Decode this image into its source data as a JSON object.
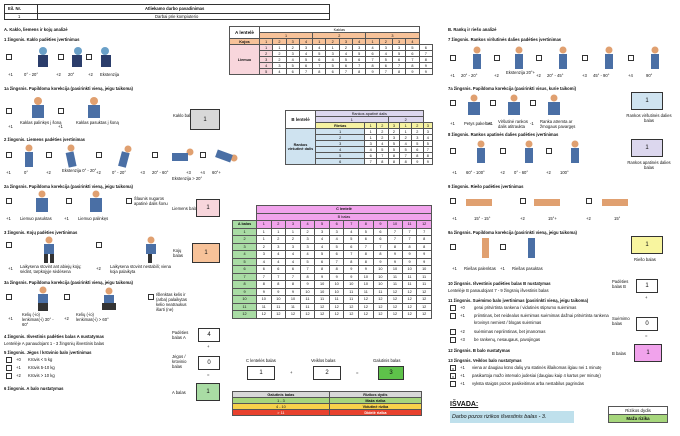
{
  "header": {
    "col1": "Eil. Nr.",
    "col2": "Atliekamo darbo pavadinimas",
    "num": "1",
    "task": "Darbai prie kompiuterio"
  },
  "sectionA": {
    "title": "A. Kaklo, liemens ir kojų analizė",
    "step1": "1 žingsnis. Kaklo padėties įvertinimas",
    "neck_angles": [
      "0° - 20°",
      "20°",
      "Ekstenzija"
    ],
    "neck_scores": [
      "+1",
      "+2",
      "+2"
    ],
    "step1a": "1a žingsnis. Papildoma korekcija (pasirinkti vieną, jeigu taikoma)",
    "neck_adj": [
      "Kaklas palinkęs į šoną",
      "Kaklas pasuktas į šoną"
    ],
    "neck_adj_scores": [
      "+1",
      "+1"
    ],
    "neck_score_label": "Kaklo balas",
    "neck_score": "1",
    "step2": "2 žingsnis. Liemens padėties įvertinimas",
    "trunk_angles": [
      "0°",
      "Ekstenzija 0° - 20°",
      "0° - 20°",
      "20° - 60°",
      "Ekstenzija > 20°",
      "60°+"
    ],
    "trunk_scores": [
      "+1",
      "+2",
      "+2",
      "+3",
      "+3",
      "+4"
    ],
    "step2a": "2a žingsnis. Papildoma korekcija (pasirinkti vieną, jeigu taikoma)",
    "trunk_adj": [
      "Liemuo pasuktas",
      "Liemuo palinkęs",
      "Šlaunis nugaros apatinė dalis šonu"
    ],
    "trunk_adj_scores": [
      "+1",
      "+1"
    ],
    "trunk_score_label": "Liemens balas",
    "trunk_score": "1",
    "step3": "3 žingsnis. Kojų padėties įvertinimas",
    "legs": [
      "Laikysena stovint ant abiejų kojų; sėdint, tarpkojyje sėdėsena",
      "Laikysena stovint nestabili; viena koja palaikyta"
    ],
    "legs_scores": [
      "+1",
      "+2"
    ],
    "legs_score_label": "Kojų balas",
    "legs_score": "1",
    "step3a": "3a žingsnis. Papildoma korekcija (pasirinkti vieną, jeigu taikoma)",
    "legs_adj": [
      "Kelių (-io) lenkimas(-i) 30° - 60°",
      "Kelių (-io) lenkimas(-i) > 60°",
      "Išlenktas kelis ir (arba) palaikytas kelio neatraukus išarti (ne)"
    ],
    "legs_adj_scores": [
      "+1",
      "+2"
    ],
    "step4": "4 žingsnis. Išvestinis padėties balas A nustatymas",
    "step4_note": "Lentelėje A panaudojant 1 - 3 žingsnių išvestinis balas",
    "postureA_label": "Padėties balas A",
    "postureA": "4",
    "step5": "5 žingsnis. Jėgos / krūvinio balo įvertinimas",
    "force": [
      "Krūvis < 5 kg",
      "Krūvis 5-10 kg",
      "Krūvis > 10 kg"
    ],
    "force_scores": [
      "+0",
      "+1",
      "+2"
    ],
    "force_label": "Jėgos / krūvinio balas",
    "force_score": "0",
    "step6": "6 žingsnis. A balo nustatymas",
    "scoreA_label": "A balas",
    "scoreA": "1"
  },
  "tableA": {
    "title": "A lentelė",
    "neck_header": "Kaklas",
    "legs_header": "Kojos",
    "trunk_header": "Liemuo",
    "neck_cols": [
      "1",
      "2",
      "3"
    ],
    "legs_cols": [
      "1",
      "2",
      "3",
      "4",
      "1",
      "2",
      "3",
      "4",
      "1",
      "2",
      "3",
      "4"
    ],
    "rows": [
      [
        "1",
        "1",
        "2",
        "3",
        "4",
        "1",
        "2",
        "3",
        "4",
        "3",
        "3",
        "5",
        "6"
      ],
      [
        "2",
        "2",
        "3",
        "4",
        "5",
        "3",
        "4",
        "5",
        "6",
        "4",
        "5",
        "6",
        "7"
      ],
      [
        "3",
        "2",
        "4",
        "5",
        "6",
        "4",
        "5",
        "6",
        "7",
        "5",
        "6",
        "7",
        "8"
      ],
      [
        "4",
        "3",
        "5",
        "6",
        "7",
        "5",
        "6",
        "7",
        "8",
        "6",
        "7",
        "8",
        "9"
      ],
      [
        "5",
        "4",
        "6",
        "7",
        "8",
        "6",
        "7",
        "8",
        "9",
        "7",
        "8",
        "9",
        "9"
      ]
    ]
  },
  "tableB": {
    "title": "B lentelė",
    "lowerarm_header": "Rankos apatinė dalis",
    "wrist_header": "Riešas",
    "upperarm_header": "Rankos viršutinė dalis",
    "lowerarm_cols": [
      "1",
      "2"
    ],
    "wrist_cols": [
      "1",
      "2",
      "3",
      "1",
      "2",
      "3"
    ],
    "rows": [
      [
        "1",
        "1",
        "2",
        "2",
        "1",
        "2",
        "3"
      ],
      [
        "2",
        "1",
        "2",
        "3",
        "2",
        "3",
        "4"
      ],
      [
        "3",
        "3",
        "4",
        "5",
        "4",
        "5",
        "5"
      ],
      [
        "4",
        "4",
        "5",
        "5",
        "5",
        "6",
        "7"
      ],
      [
        "5",
        "6",
        "7",
        "8",
        "7",
        "8",
        "8"
      ],
      [
        "6",
        "7",
        "8",
        "8",
        "8",
        "9",
        "9"
      ]
    ]
  },
  "tableC": {
    "title": "C lentelė",
    "scoreB_header": "B balas",
    "scoreA_header": "A balas",
    "cols": [
      "1",
      "2",
      "3",
      "4",
      "5",
      "6",
      "7",
      "8",
      "9",
      "10",
      "11",
      "12"
    ],
    "rows": [
      [
        "1",
        "1",
        "1",
        "1",
        "2",
        "3",
        "3",
        "4",
        "5",
        "6",
        "7",
        "7",
        "7"
      ],
      [
        "2",
        "1",
        "2",
        "2",
        "3",
        "4",
        "4",
        "5",
        "6",
        "6",
        "7",
        "7",
        "8"
      ],
      [
        "3",
        "2",
        "3",
        "3",
        "3",
        "4",
        "5",
        "6",
        "7",
        "7",
        "8",
        "8",
        "8"
      ],
      [
        "4",
        "3",
        "4",
        "4",
        "4",
        "5",
        "6",
        "7",
        "8",
        "8",
        "9",
        "9",
        "9"
      ],
      [
        "5",
        "4",
        "4",
        "4",
        "5",
        "6",
        "7",
        "8",
        "8",
        "9",
        "9",
        "9",
        "9"
      ],
      [
        "6",
        "6",
        "6",
        "6",
        "7",
        "8",
        "8",
        "9",
        "9",
        "10",
        "10",
        "10",
        "10"
      ],
      [
        "7",
        "7",
        "7",
        "7",
        "8",
        "9",
        "9",
        "9",
        "10",
        "10",
        "11",
        "11",
        "11"
      ],
      [
        "8",
        "8",
        "8",
        "8",
        "9",
        "10",
        "10",
        "10",
        "10",
        "10",
        "11",
        "11",
        "11"
      ],
      [
        "9",
        "9",
        "9",
        "9",
        "10",
        "10",
        "10",
        "11",
        "11",
        "11",
        "12",
        "12",
        "12"
      ],
      [
        "10",
        "10",
        "10",
        "10",
        "11",
        "11",
        "11",
        "11",
        "12",
        "12",
        "12",
        "12",
        "12"
      ],
      [
        "11",
        "11",
        "11",
        "11",
        "11",
        "12",
        "12",
        "12",
        "12",
        "12",
        "12",
        "12",
        "12"
      ],
      [
        "12",
        "12",
        "12",
        "12",
        "12",
        "12",
        "12",
        "12",
        "12",
        "12",
        "12",
        "12",
        "12"
      ]
    ]
  },
  "calc": {
    "c_label": "C lentelės balas",
    "c_val": "1",
    "plus": "+",
    "activity_label": "Veiklos balas",
    "activity_val": "2",
    "equals": "=",
    "final_label": "Galutinis balas",
    "final_val": "3"
  },
  "riskTable": {
    "h1": "Galutinis balas",
    "h2": "Rizikos dydis",
    "rows": [
      [
        "1 - 3",
        "Maža rizika"
      ],
      [
        "4 - 10",
        "Vidutinė rizika"
      ],
      [
        "> 11",
        "Didelė rizika"
      ]
    ]
  },
  "sectionB": {
    "title": "B. Rankų ir riešo analizė",
    "step7": "7 žingsnis. Rankos viršutinės dalies padėties įvertinimas",
    "upper_angles": [
      "20° - 20°",
      "Ekstenzija 20°+",
      "20° - 45°",
      "45° - 90°",
      "90°"
    ],
    "upper_scores": [
      "+1",
      "+2",
      "+2",
      "+3",
      "+4"
    ],
    "step7a": "7a žingsnis. Papildoma korekcija (pasirinkti visus, kurie taikomi)",
    "upper_adj": [
      "Petys pakeltas",
      "Viršutinė rankos dalis atitraukta",
      "Ranka atremta ar žmogaus pavargęs"
    ],
    "upper_adj_scores": [
      "+1",
      "+1",
      "-1"
    ],
    "upper_score_label": "Rankos viršutinės dalies balas",
    "upper_score": "1",
    "step8": "8 žingsnis. Rankos apatinės dalies padėties įvertinimas",
    "lower_angles": [
      "60° - 100°",
      "0° - 60°",
      "100°"
    ],
    "lower_scores": [
      "+1",
      "+2",
      "+2"
    ],
    "lower_score_label": "Rankos apatinės dalies balas",
    "lower_score": "1",
    "step9": "9 žingsnis. Riešo padėties įvertinimas",
    "wrist_angles": [
      "15° - 15°",
      "15°+",
      "15°"
    ],
    "wrist_scores": [
      "+1",
      "+2",
      "+2"
    ],
    "step9a": "9a žingsnis. Papildoma korekcija (pasirinkti vieną, jeigu taikoma)",
    "wrist_adj": [
      "Riešas palenktas",
      "Riešas pasuktas"
    ],
    "wrist_adj_scores": [
      "+1",
      "+1"
    ],
    "wrist_score_label": "Riešo balas",
    "wrist_score": "1",
    "step10": "10 žingsnis. Išvestinis padėties balas B nustatymas",
    "step10_note": "Lentelėje B panaudojant 7 - 9 žingsnių išvestinis balas",
    "postureB_label": "Padėties balas B",
    "postureB": "1",
    "step11": "11 žingsnis. Suėmimo balo įvertinimas (pasirinkti vieną, jeigu taikoma)",
    "grip": [
      "gerai pritvirtinta rankena / vidutinės stiprumo suėmimas",
      "priimtinas, bet neidealus suėmimas suėmimas dažnai pritvirtinta rankena",
      "krovinys nemiest / blogas suėmimas",
      "suėmimas nepriimtinas, bet įmanomas",
      "be rankenų, nesaugaus, pavojingas"
    ],
    "grip_scores": [
      "+0",
      "+1",
      "+2",
      "+3"
    ],
    "grip_label": "Suėmimo balas",
    "grip_score": "0",
    "step12": "12 žingsnis. B balo nustatymas",
    "scoreB_label": "B balas",
    "scoreB": "1",
    "step13": "13 žingsnis. Veiklos balo nustatymas",
    "activity": [
      "viena ar daugiau kūno dalių yra statinės išlaikomas ilgiau nei 1 minutę",
      "pasikartoja mažo intervalo judesiai (daugiau kaip 4 kartus per minutę)",
      "vyksta staigūs pozos pasikeitimas arba nestabilus pagrindas"
    ],
    "activity_scores": [
      "+1",
      "+1",
      "+1"
    ],
    "activity_marks": [
      "x",
      "x",
      ""
    ]
  },
  "conclusion": {
    "title": "IŠVADA:",
    "text": "Darbo pozos rizikos išvestinis balas - 3.",
    "risk_header": "Rizikos dydis",
    "risk_value": "Maža rizika"
  },
  "colors": {
    "orange": "#f7c299",
    "pink": "#f8d6dc",
    "lilac": "#dcd7ee",
    "blue": "#cfe3f0",
    "green": "#a9dca4",
    "magenta": "#f1a3ec",
    "yellow": "#f8f59f",
    "risk_low": "#a6d67c",
    "risk_mid": "#f7d24a",
    "risk_high": "#e8412e"
  }
}
